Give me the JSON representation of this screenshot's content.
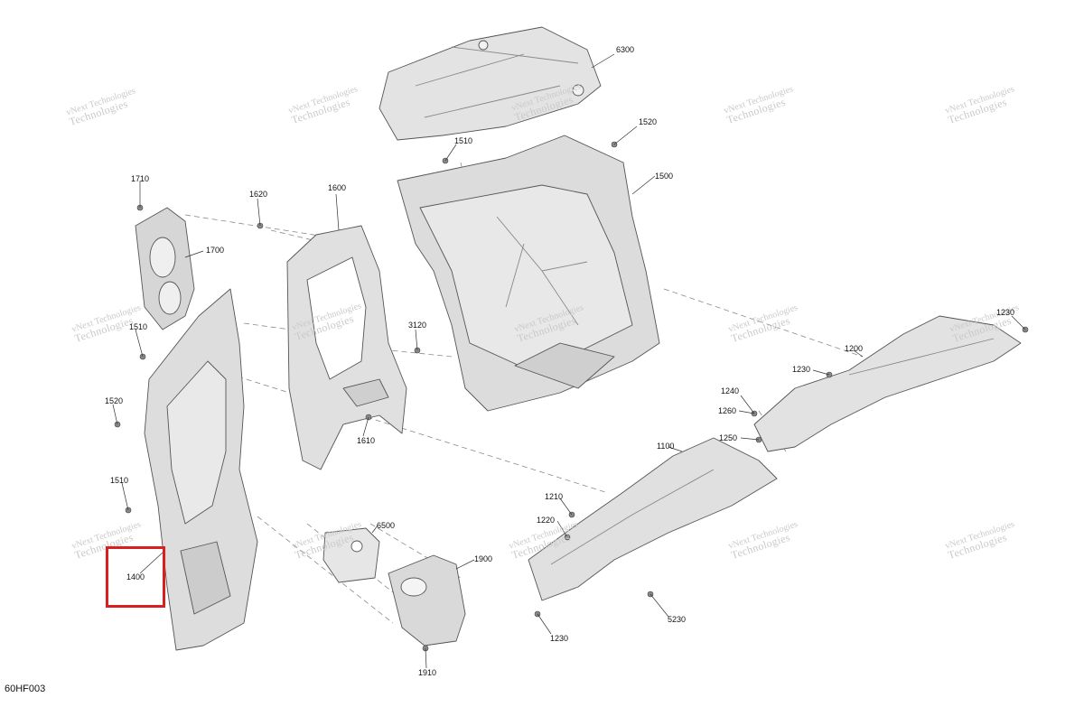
{
  "drawing_code": "60HF003",
  "watermark": {
    "line1": "vNext Technologies",
    "line2": "Technologies"
  },
  "highlight": {
    "color": "#d9201f",
    "target": "1400"
  },
  "parts": [
    "6300",
    "1520",
    "1510",
    "1500",
    "1710",
    "1620",
    "1600",
    "1700",
    "1510",
    "3120",
    "1520",
    "1610",
    "1230",
    "1200",
    "1230",
    "1240",
    "1260",
    "1250",
    "1100",
    "1510",
    "1210",
    "1220",
    "6500",
    "1900",
    "1400",
    "5230",
    "1230",
    "1910"
  ]
}
